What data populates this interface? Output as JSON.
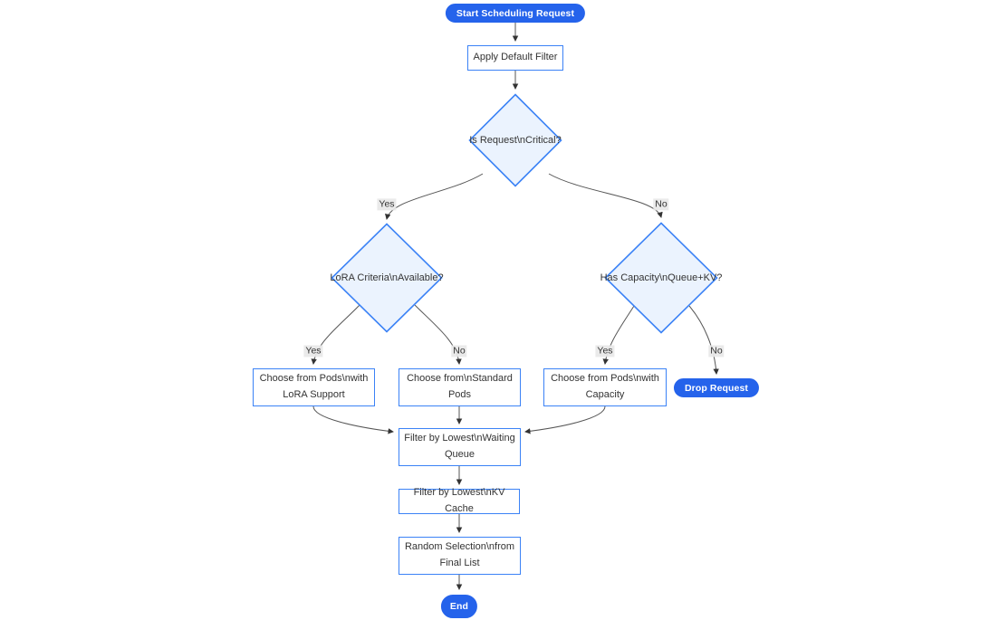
{
  "colors": {
    "accent_blue": "#2563EB",
    "node_border_blue": "#3B82F6",
    "decision_fill": "#EBF3FE",
    "process_fill": "#FFFFFF",
    "edge_line": "#555555",
    "edge_label_bg": "#E8E8E8",
    "node_text": "#333333"
  },
  "nodes": {
    "start": {
      "label": "Start Scheduling Request"
    },
    "apply_filter": {
      "label": "Apply Default Filter"
    },
    "is_critical": {
      "label": "Is Request\\nCritical?"
    },
    "lora_criteria": {
      "label": "LoRA Criteria\\nAvailable?"
    },
    "has_capacity": {
      "label": "Has Capacity\\nQueue+KV?"
    },
    "choose_lora": {
      "lines": [
        "Choose from Pods\\nwith",
        "LoRA Support"
      ]
    },
    "choose_standard": {
      "lines": [
        "Choose from\\nStandard",
        "Pods"
      ]
    },
    "choose_capacity": {
      "lines": [
        "Choose from Pods\\nwith",
        "Capacity"
      ]
    },
    "drop_request": {
      "label": "Drop Request"
    },
    "filter_queue": {
      "lines": [
        "Filter by Lowest\\nWaiting",
        "Queue"
      ]
    },
    "filter_kv": {
      "label": "Filter by Lowest\\nKV Cache"
    },
    "random_selection": {
      "lines": [
        "Random Selection\\nfrom",
        "Final List"
      ]
    },
    "end": {
      "label": "End"
    }
  },
  "edge_labels": {
    "critical_yes": "Yes",
    "critical_no": "No",
    "lora_yes": "Yes",
    "lora_no": "No",
    "capacity_yes": "Yes",
    "capacity_no": "No"
  }
}
